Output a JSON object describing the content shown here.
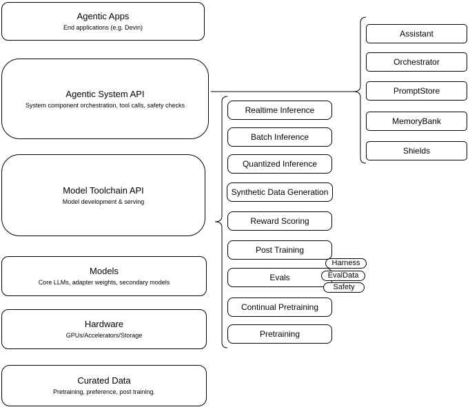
{
  "diagram": {
    "title": "Agentic system stack diagram",
    "left_column": [
      {
        "title": "Agentic Apps",
        "subtitle": "End applications (e.g. Devin)"
      },
      {
        "title": "Agentic System API",
        "subtitle": "System component orchestration, tool calls, safety checks"
      },
      {
        "title": "Model Toolchain API",
        "subtitle": "Model development & serving"
      },
      {
        "title": "Models",
        "subtitle": "Core LLMs, adapter weights, secondary models"
      },
      {
        "title": "Hardware",
        "subtitle": "GPUs/Accelerators/Storage"
      },
      {
        "title": "Curated Data",
        "subtitle": "Pretraining, preference, post training."
      }
    ],
    "toolchain_items": [
      "Realtime Inference",
      "Batch Inference",
      "Quantized Inference",
      "Synthetic Data Generation",
      "Reward Scoring",
      "Post Training",
      "Evals",
      "Continual Pretraining",
      "Pretraining"
    ],
    "evals_tags": [
      "Harness",
      "EvalData",
      "Safety"
    ],
    "system_items": [
      "Assistant",
      "Orchestrator",
      "PromptStore",
      "MemoryBank",
      "Shields"
    ],
    "colors": {
      "stroke": "#000000",
      "background": "#ffffff"
    }
  }
}
